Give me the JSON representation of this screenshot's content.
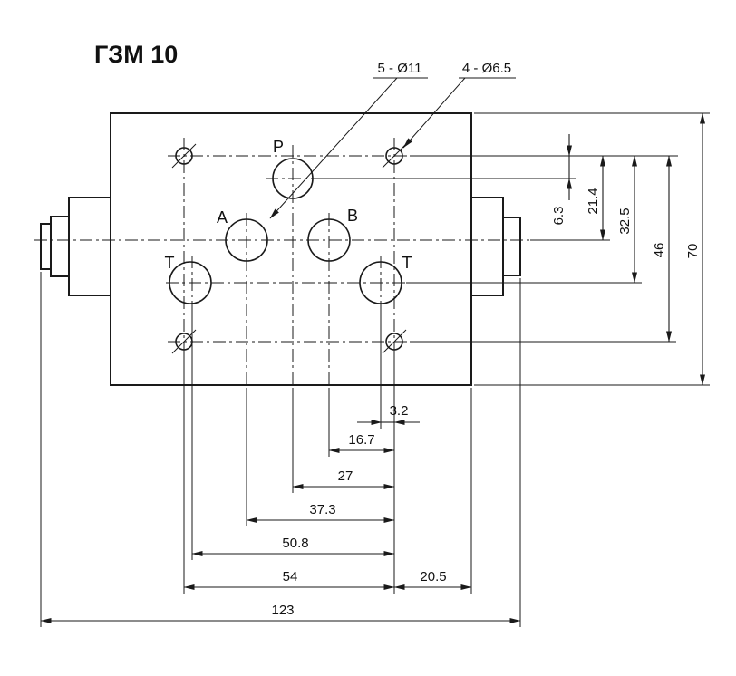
{
  "title": "ГЗМ 10",
  "callouts": {
    "large_holes": "5 - Ø11",
    "small_holes": "4 - Ø6.5"
  },
  "ports": {
    "p": "P",
    "a": "A",
    "b": "B",
    "t_left": "T",
    "t_right": "T"
  },
  "dims": {
    "bottom": [
      "3.2",
      "16.7",
      "27",
      "37.3",
      "50.8",
      "54",
      "20.5",
      "123"
    ],
    "right": [
      "6.3",
      "21.4",
      "32.5",
      "46",
      "70"
    ]
  },
  "colors": {
    "line": "#1a1a1a",
    "background": "#ffffff"
  }
}
